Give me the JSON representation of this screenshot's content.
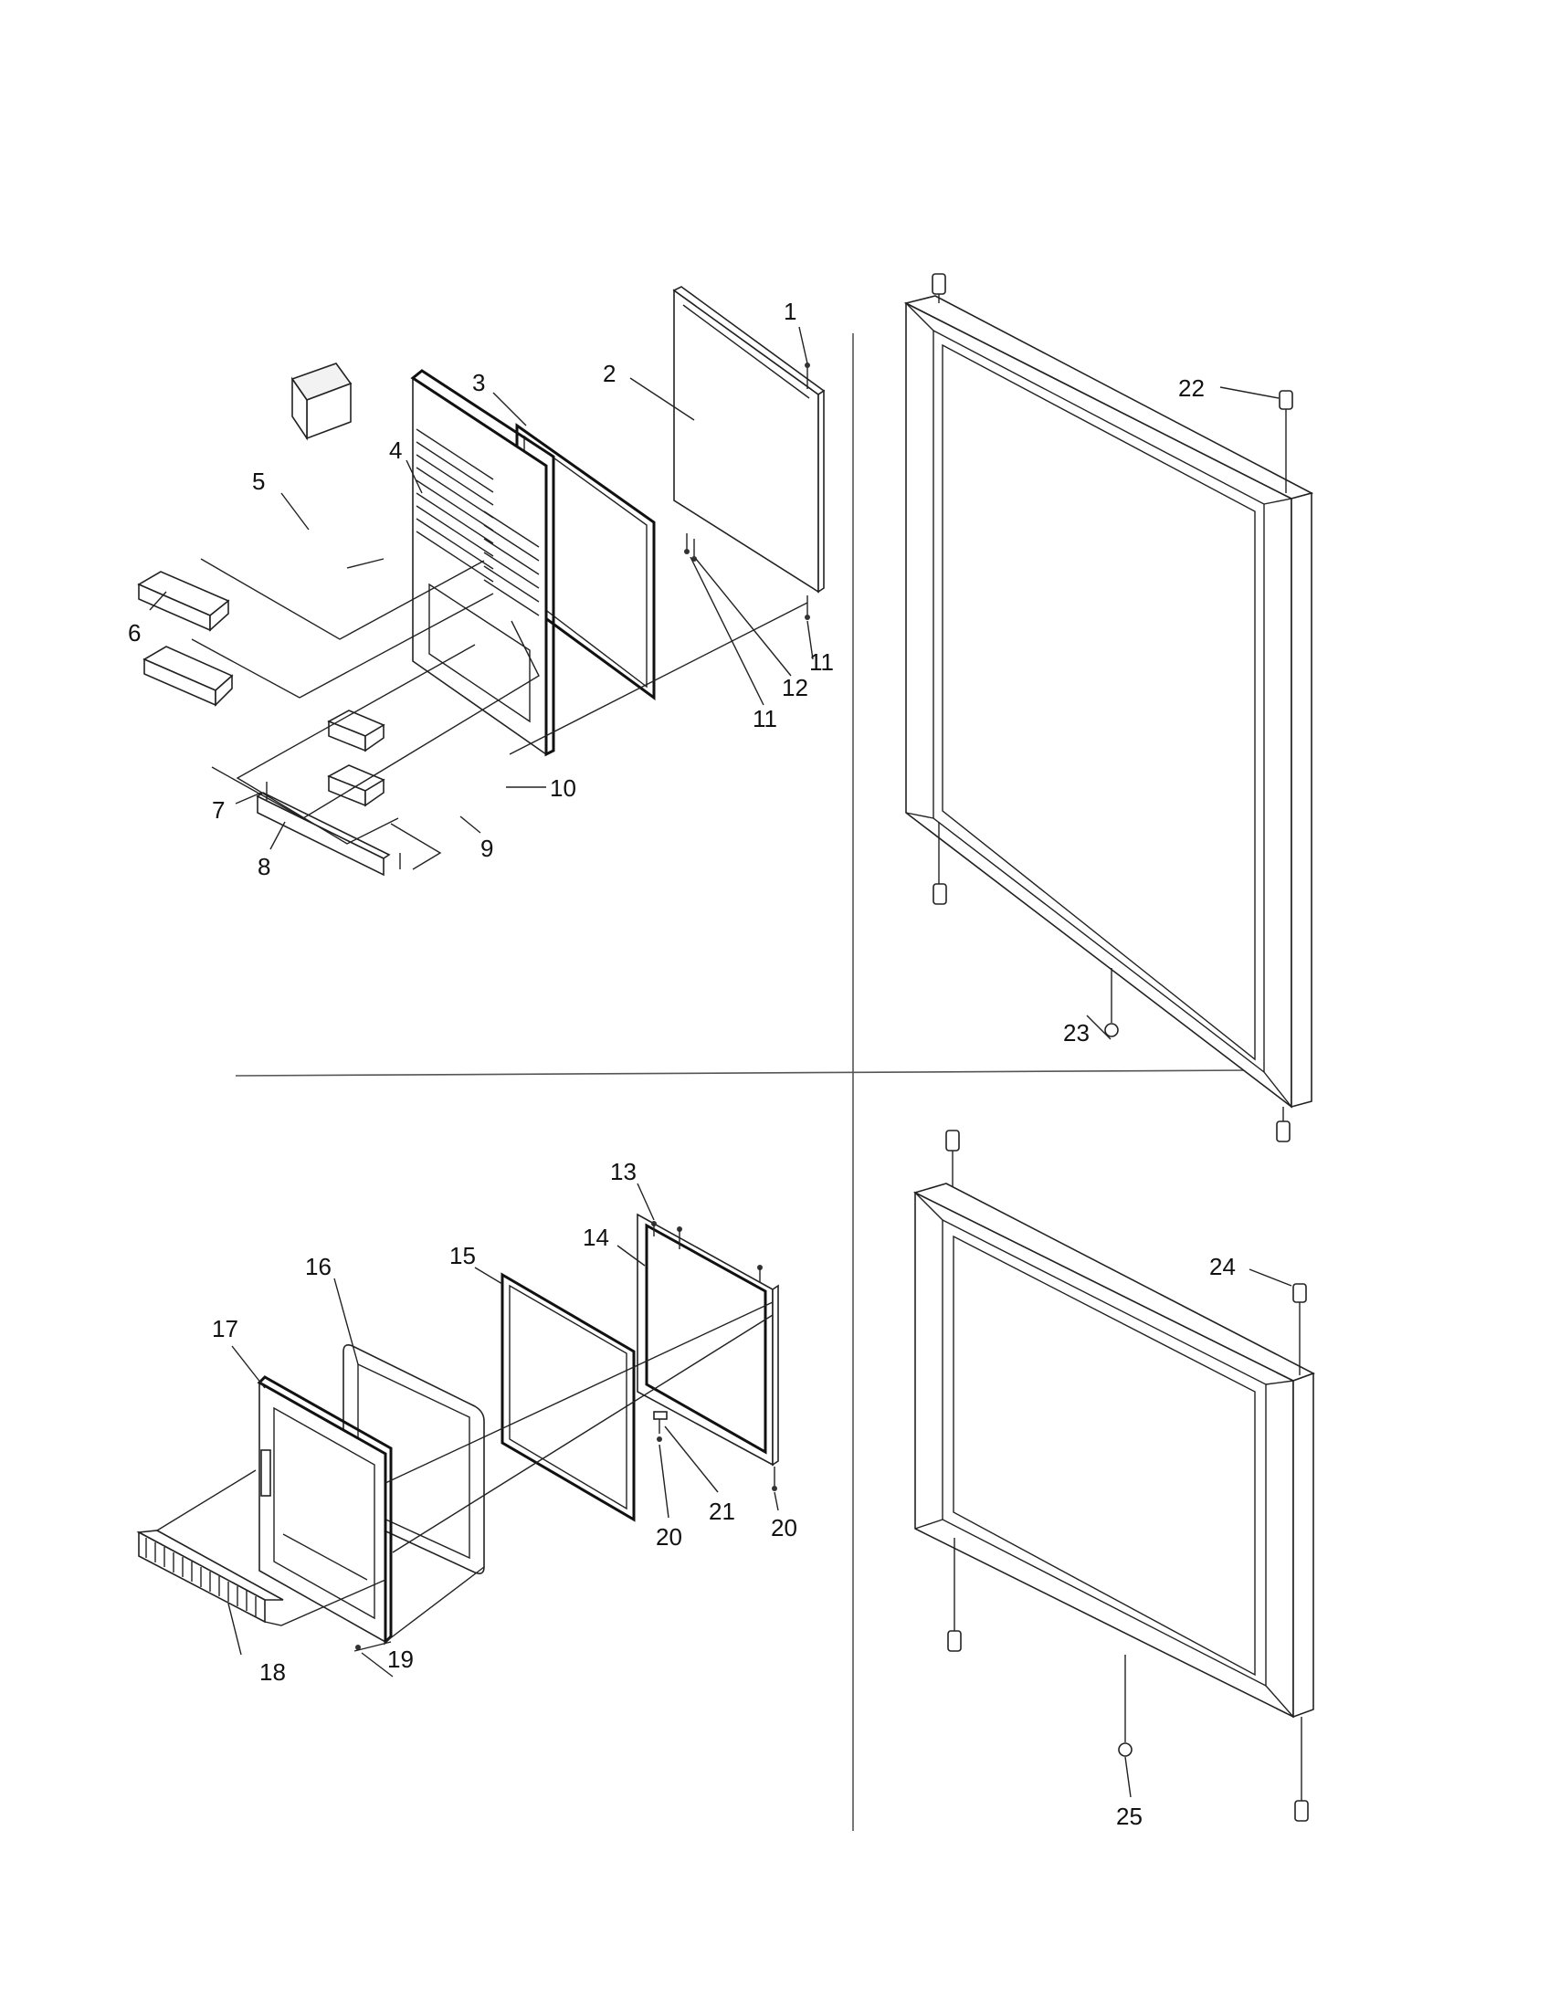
{
  "callouts": [
    {
      "id": "1",
      "label": "1"
    },
    {
      "id": "2",
      "label": "2"
    },
    {
      "id": "3",
      "label": "3"
    },
    {
      "id": "4",
      "label": "4"
    },
    {
      "id": "5",
      "label": "5"
    },
    {
      "id": "6",
      "label": "6"
    },
    {
      "id": "7",
      "label": "7"
    },
    {
      "id": "8",
      "label": "8"
    },
    {
      "id": "9",
      "label": "9"
    },
    {
      "id": "10",
      "label": "10"
    },
    {
      "id": "11a",
      "label": "11"
    },
    {
      "id": "11b",
      "label": "11"
    },
    {
      "id": "12",
      "label": "12"
    },
    {
      "id": "13",
      "label": "13"
    },
    {
      "id": "14",
      "label": "14"
    },
    {
      "id": "15",
      "label": "15"
    },
    {
      "id": "16",
      "label": "16"
    },
    {
      "id": "17",
      "label": "17"
    },
    {
      "id": "18",
      "label": "18"
    },
    {
      "id": "19",
      "label": "19"
    },
    {
      "id": "20a",
      "label": "20"
    },
    {
      "id": "20b",
      "label": "20"
    },
    {
      "id": "21",
      "label": "21"
    },
    {
      "id": "22",
      "label": "22"
    },
    {
      "id": "23",
      "label": "23"
    },
    {
      "id": "24",
      "label": "24"
    },
    {
      "id": "25",
      "label": "25"
    }
  ]
}
